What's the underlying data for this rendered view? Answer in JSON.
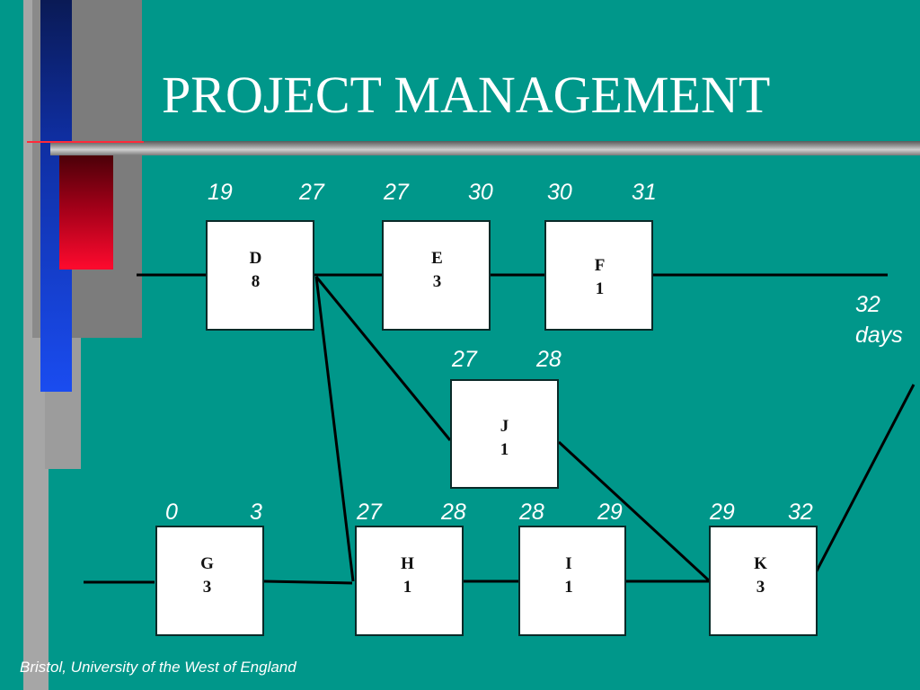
{
  "slide": {
    "title": "PROJECT MANAGEMENT",
    "footer": "Bristol, University of the West of England",
    "end_label_value": "32",
    "end_label_unit": "days"
  },
  "colors": {
    "background": "#00978a",
    "title": "#ffffff",
    "node_fill": "#ffffff",
    "line": "#000000",
    "accent_blue": "#1a4cf0",
    "accent_red": "#e8002a"
  },
  "network": {
    "nodes": [
      {
        "id": "D",
        "duration": "8",
        "earliest": "19",
        "latest": "27"
      },
      {
        "id": "E",
        "duration": "3",
        "earliest": "27",
        "latest": "30"
      },
      {
        "id": "F",
        "duration": "1",
        "earliest": "30",
        "latest": "31"
      },
      {
        "id": "J",
        "duration": "1",
        "earliest": "27",
        "latest": "28"
      },
      {
        "id": "G",
        "duration": "3",
        "earliest": "0",
        "latest": "3"
      },
      {
        "id": "H",
        "duration": "1",
        "earliest": "27",
        "latest": "28"
      },
      {
        "id": "I",
        "duration": "1",
        "earliest": "28",
        "latest": "29"
      },
      {
        "id": "K",
        "duration": "3",
        "earliest": "29",
        "latest": "32"
      }
    ]
  }
}
